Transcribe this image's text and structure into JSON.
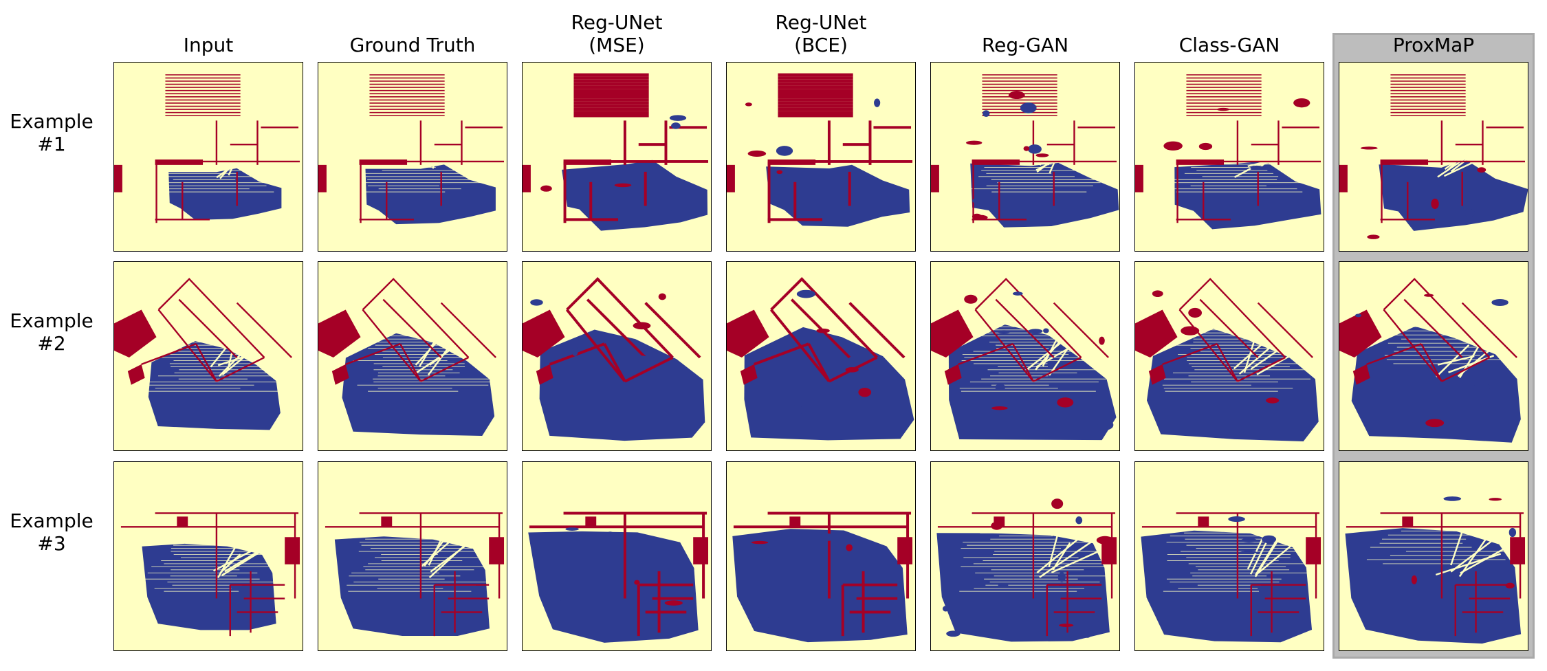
{
  "figure": {
    "columns": [
      {
        "key": "input",
        "title": "Input"
      },
      {
        "key": "ground-truth",
        "title": "Ground Truth"
      },
      {
        "key": "reg-unet-mse",
        "title": "Reg-UNet\n(MSE)"
      },
      {
        "key": "reg-unet-bce",
        "title": "Reg-UNet\n(BCE)"
      },
      {
        "key": "reg-gan",
        "title": "Reg-GAN"
      },
      {
        "key": "class-gan",
        "title": "Class-GAN"
      },
      {
        "key": "proxmap",
        "title": "ProxMaP"
      }
    ],
    "rows": [
      {
        "key": "example-1",
        "label": "Example\n#1"
      },
      {
        "key": "example-2",
        "label": "Example\n#2"
      },
      {
        "key": "example-3",
        "label": "Example\n#3"
      }
    ],
    "highlighted_column": "proxmap",
    "colors": {
      "free": "#2e3c91",
      "occupied": "#a50026",
      "unknown": "#ffffc2",
      "highlight_background": "#bdbdbd",
      "frame": "#000000"
    }
  }
}
